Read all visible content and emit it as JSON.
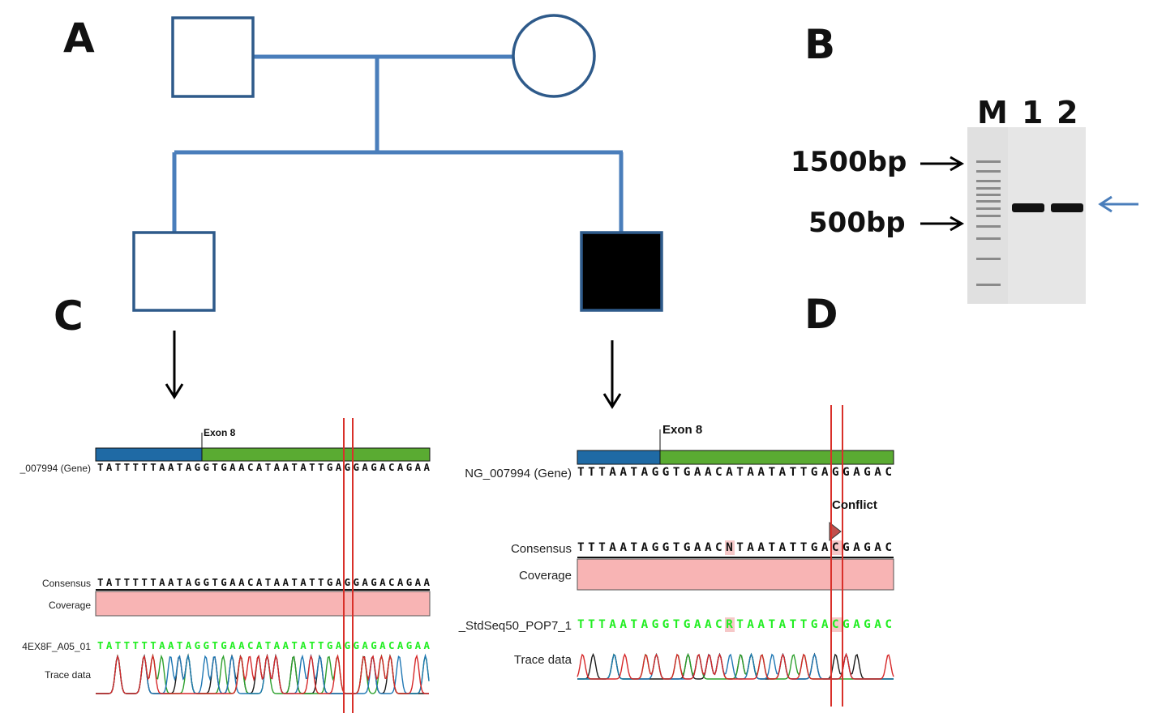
{
  "panels": {
    "a": "A",
    "b": "B",
    "c": "C",
    "d": "D"
  },
  "gel": {
    "lane_labels": [
      "M",
      "1",
      "2"
    ],
    "marker_1500": "1500bp",
    "marker_500": "500bp"
  },
  "panel_c": {
    "exon_label": "Exon 8",
    "gene_label": "_007994 (Gene)",
    "gene_seq": "TATTTTTAATAGGTGAACATAATATTGAGGAGACAGAA",
    "consensus_label": "Consensus",
    "consensus_seq": "TATTTTTAATAGGTGAACATAATATTGAGGAGACAGAA",
    "coverage_label": "Coverage",
    "read_label": "4EX8F_A05_01",
    "read_seq": "TATTTTTAATAGGTGAACATAATATTGAGGAGACAGAA",
    "trace_label": "Trace data"
  },
  "panel_d": {
    "exon_label": "Exon 8",
    "gene_label": "NG_007994 (Gene)",
    "gene_seq": "TTTAATAGGTGAACATAATATTGAGGAGAC",
    "conflict_label": "Conflict",
    "consensus_label": "Consensus",
    "consensus_seq": "TTTAATAGGTGAACNTAATATTGACGAGAC",
    "coverage_label": "Coverage",
    "read_label": "_StdSeq50_POP7_1",
    "read_seq": "TTTAATAGGTGAACRTAATATTGACGAGAC",
    "trace_label": "Trace data"
  },
  "colors": {
    "pedigree_line": "#4a7ebb",
    "pedigree_box": "#2e5a8a",
    "exon_blue": "#1f6aa5",
    "exon_green": "#5aab32",
    "coverage_fill": "#f8b4b4",
    "read_green": "#22ee22",
    "marker_red": "#d9302a"
  }
}
